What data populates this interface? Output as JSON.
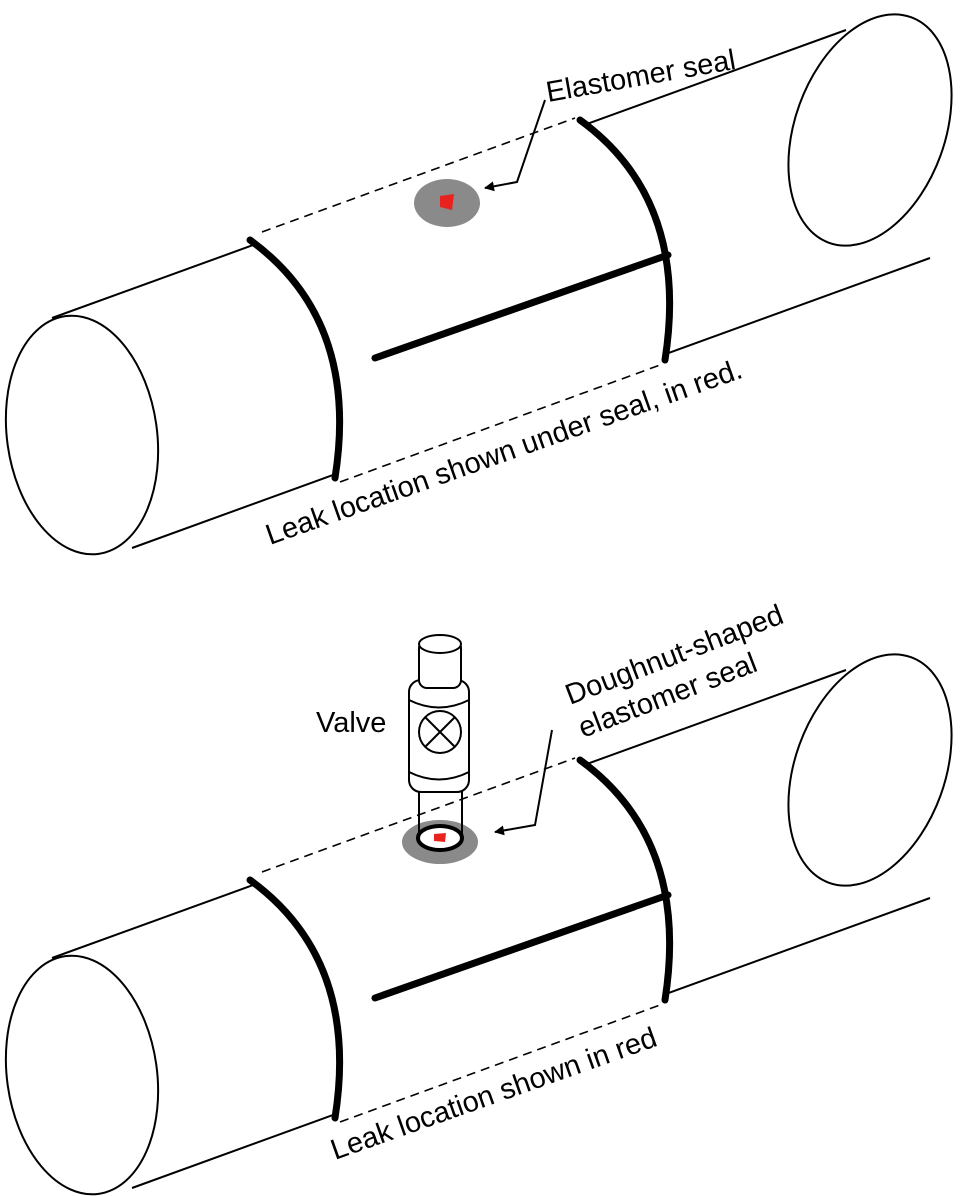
{
  "diagram": {
    "top_figure": {
      "seal_label": "Elastomer seal",
      "leak_label": "Leak location shown under seal, in red."
    },
    "bottom_figure": {
      "seal_label_line1": "Doughnut-shaped",
      "seal_label_line2": "elastomer seal",
      "valve_label": "Valve",
      "leak_label": "Leak location shown in red"
    }
  },
  "colors": {
    "leak": "#e8231f",
    "seal": "#8a8a8a",
    "outline": "#000000",
    "background": "#ffffff"
  }
}
